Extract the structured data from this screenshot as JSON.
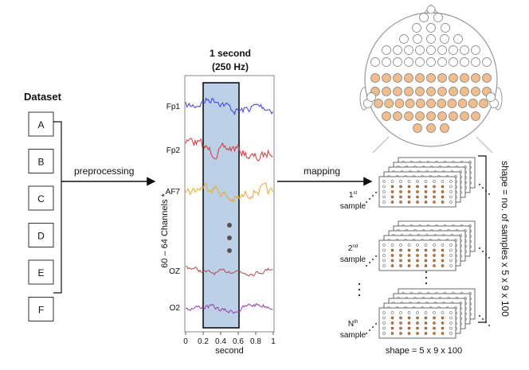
{
  "dataset": {
    "title": "Dataset",
    "items": [
      "A",
      "B",
      "C",
      "D",
      "E",
      "F"
    ]
  },
  "arrows": {
    "preprocessing": "preprocessing",
    "mapping": "mapping"
  },
  "eeg_plot": {
    "window_title": "1 second",
    "window_rate": "(250 Hz)",
    "y_label": "60 – 64 Channels *",
    "x_label": "second",
    "x_ticks": [
      "0",
      "0.2",
      "0.4",
      "0.6",
      "0.8",
      "1"
    ],
    "channels": [
      {
        "name": "Fp1",
        "color": "#3b3fd8"
      },
      {
        "name": "Fp2",
        "color": "#d6343c"
      },
      {
        "name": "AF7",
        "color": "#f0a828"
      },
      {
        "name": "OZ",
        "color": "#b04848"
      },
      {
        "name": "O2",
        "color": "#9a3aa8"
      }
    ],
    "window_fill": "#bcd0e8"
  },
  "head": {
    "electrode_fill": "#f2bd8c"
  },
  "samples": {
    "labels": [
      {
        "prefix": "1",
        "sup": "st",
        "word": "sample"
      },
      {
        "prefix": "2",
        "sup": "nd",
        "word": "sample"
      },
      {
        "prefix": "N",
        "sup": "th",
        "word": "sample"
      }
    ],
    "shape_bottom": "shape = 5 x 9 x 100",
    "shape_side": "shape = no. of samples x 5 x 9 x 100"
  }
}
